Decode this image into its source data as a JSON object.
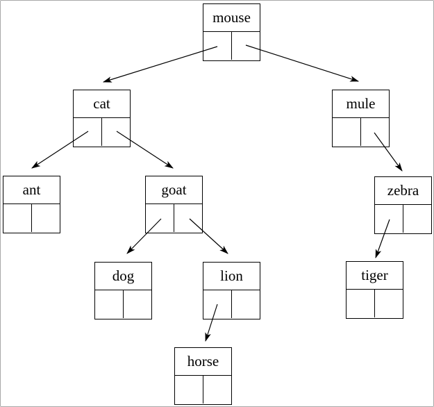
{
  "diagram": {
    "type": "binary-tree",
    "nodes": [
      {
        "id": "mouse",
        "label": "mouse",
        "left_child": "cat",
        "right_child": "mule"
      },
      {
        "id": "cat",
        "label": "cat",
        "left_child": "ant",
        "right_child": "goat"
      },
      {
        "id": "mule",
        "label": "mule",
        "left_child": null,
        "right_child": "zebra"
      },
      {
        "id": "ant",
        "label": "ant",
        "left_child": null,
        "right_child": null
      },
      {
        "id": "goat",
        "label": "goat",
        "left_child": "dog",
        "right_child": "lion"
      },
      {
        "id": "zebra",
        "label": "zebra",
        "left_child": "tiger",
        "right_child": null
      },
      {
        "id": "dog",
        "label": "dog",
        "left_child": null,
        "right_child": null
      },
      {
        "id": "lion",
        "label": "lion",
        "left_child": "horse",
        "right_child": null
      },
      {
        "id": "tiger",
        "label": "tiger",
        "left_child": null,
        "right_child": null
      },
      {
        "id": "horse",
        "label": "horse",
        "left_child": null,
        "right_child": null
      }
    ],
    "edges": [
      {
        "from": "mouse",
        "pointer": "left",
        "to": "cat"
      },
      {
        "from": "mouse",
        "pointer": "right",
        "to": "mule"
      },
      {
        "from": "cat",
        "pointer": "left",
        "to": "ant"
      },
      {
        "from": "cat",
        "pointer": "right",
        "to": "goat"
      },
      {
        "from": "goat",
        "pointer": "left",
        "to": "dog"
      },
      {
        "from": "goat",
        "pointer": "right",
        "to": "lion"
      },
      {
        "from": "mule",
        "pointer": "right",
        "to": "zebra"
      },
      {
        "from": "zebra",
        "pointer": "left",
        "to": "tiger"
      },
      {
        "from": "lion",
        "pointer": "left",
        "to": "horse"
      }
    ],
    "colors": {
      "line": "#000000",
      "background": "#ffffff",
      "frame": "#a8a8a8"
    }
  }
}
